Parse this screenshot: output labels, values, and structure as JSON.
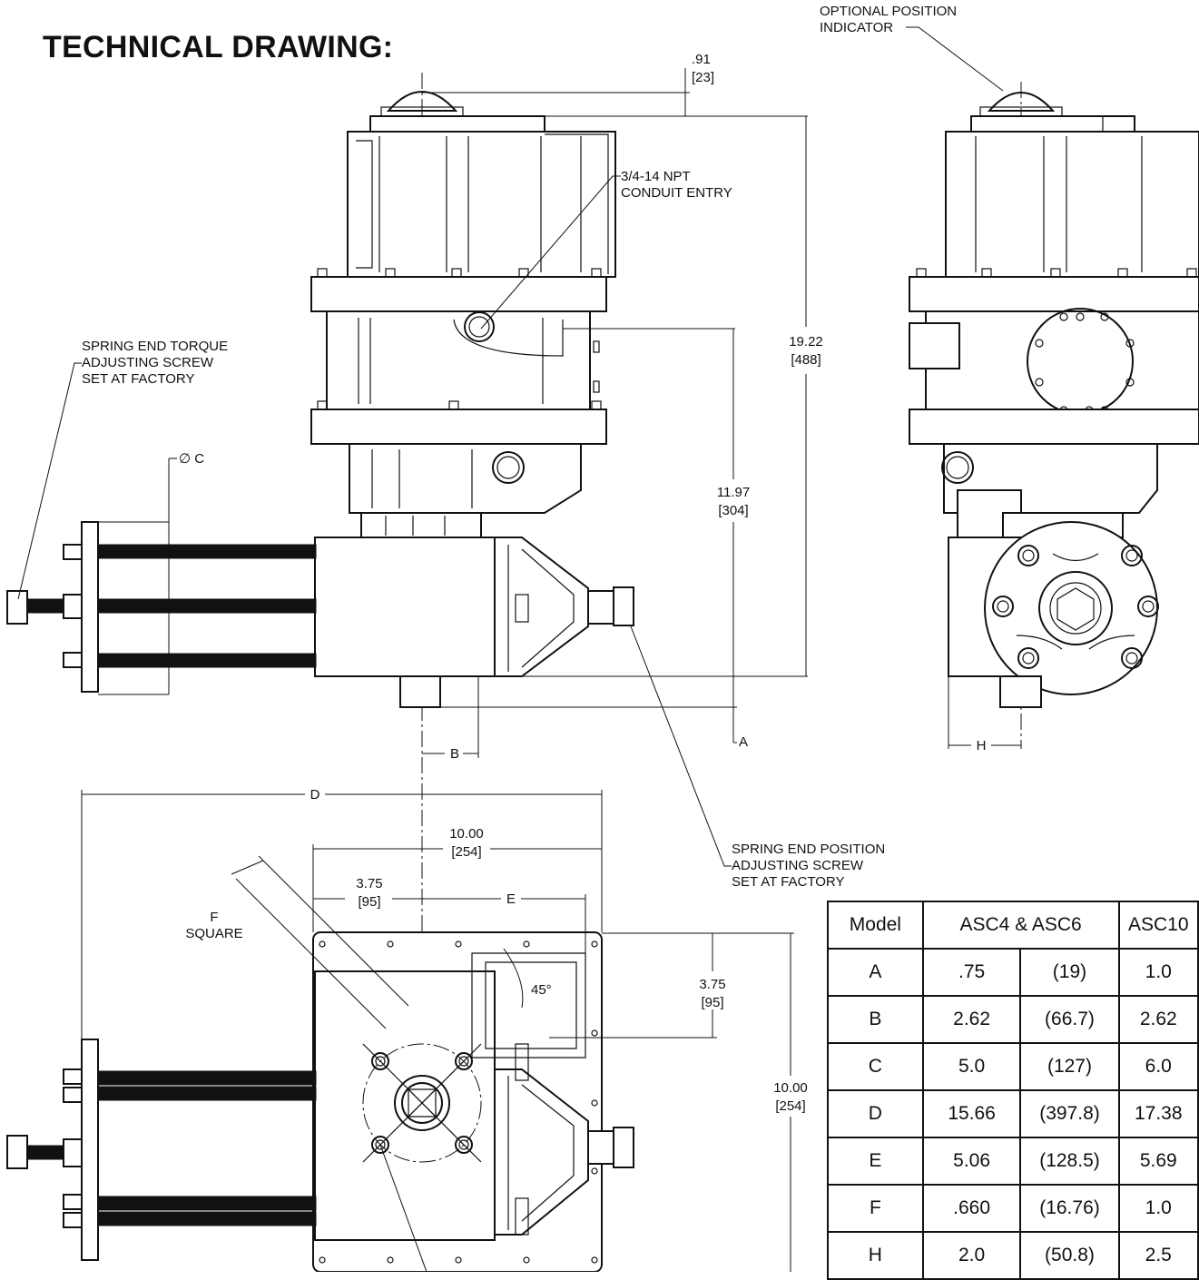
{
  "title": "TECHNICAL DRAWING:",
  "callouts": {
    "position_indicator": [
      "OPTIONAL POSITION",
      "INDICATOR"
    ],
    "conduit": [
      "3/4-14 NPT",
      "CONDUIT ENTRY"
    ],
    "torque_screw": [
      "SPRING END TORQUE",
      "ADJUSTING SCREW",
      "SET AT FACTORY"
    ],
    "position_screw": [
      "SPRING END POSITION",
      "ADJUSTING SCREW",
      "SET AT FACTORY"
    ],
    "f_square": [
      "F",
      "SQUARE"
    ]
  },
  "dimensions": {
    "top_offset": [
      ".91",
      "[23]"
    ],
    "overall_height": [
      "19.22",
      "[488]"
    ],
    "base_height": [
      "11.97",
      "[304]"
    ],
    "a": "A",
    "b": "B",
    "c": "∅ C",
    "d": "D",
    "e": "E",
    "h": "H",
    "width_10": [
      "10.00",
      "[254]"
    ],
    "half_3_75": [
      "3.75",
      "[95]"
    ],
    "side_3_75": [
      "3.75",
      "[95]"
    ],
    "side_10": [
      "10.00",
      "[254]"
    ],
    "angle": "45°"
  },
  "table": {
    "header": [
      "Model",
      "ASC4 & ASC6",
      "ASC10"
    ],
    "rows": [
      [
        "A",
        ".75",
        "(19)",
        "1.0"
      ],
      [
        "B",
        "2.62",
        "(66.7)",
        "2.62"
      ],
      [
        "C",
        "5.0",
        "(127)",
        "6.0"
      ],
      [
        "D",
        "15.66",
        "(397.8)",
        "17.38"
      ],
      [
        "E",
        "5.06",
        "(128.5)",
        "5.69"
      ],
      [
        "F",
        ".660",
        "(16.76)",
        "1.0"
      ],
      [
        "H",
        "2.0",
        "(50.8)",
        "2.5"
      ]
    ]
  }
}
